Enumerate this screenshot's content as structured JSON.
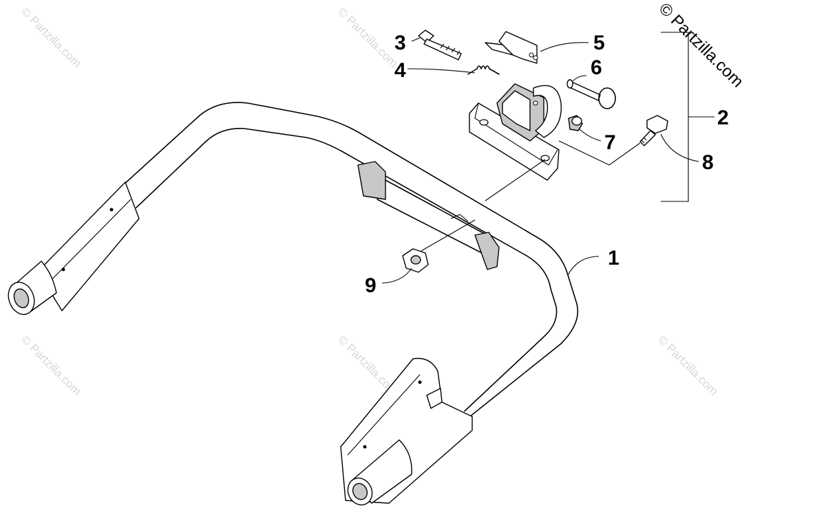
{
  "watermark": {
    "text": "© Partzilla.com",
    "main_text": "© Partzilla.com"
  },
  "callouts": [
    {
      "id": "1",
      "label": "1"
    },
    {
      "id": "2",
      "label": "2"
    },
    {
      "id": "3",
      "label": "3"
    },
    {
      "id": "4",
      "label": "4"
    },
    {
      "id": "5",
      "label": "5"
    },
    {
      "id": "6",
      "label": "6"
    },
    {
      "id": "7",
      "label": "7"
    },
    {
      "id": "8",
      "label": "8"
    },
    {
      "id": "9",
      "label": "9"
    }
  ]
}
